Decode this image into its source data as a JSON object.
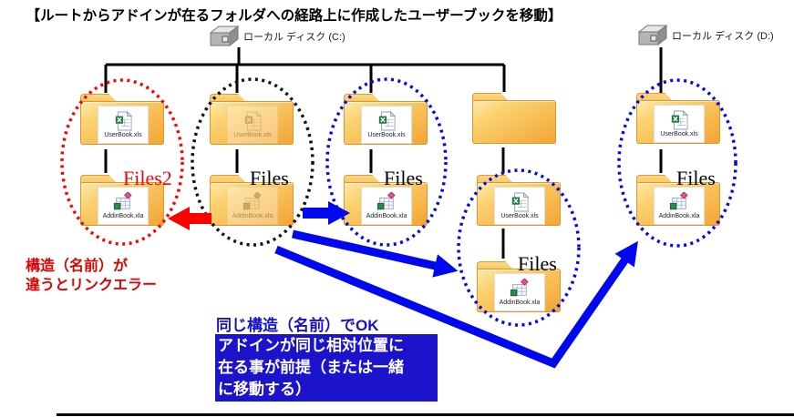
{
  "title": "【ルートからアドインが在るフォルダへの経路上に作成したユーザーブックを移動】",
  "drives": [
    {
      "label": "ローカル ディスク (C:)"
    },
    {
      "label": "ローカル ディスク (D:)"
    }
  ],
  "groups": [
    {
      "outline": "#ff0000",
      "label": "Files2",
      "top_file": "UserBook.xls",
      "bottom_file": "AddinBook.xla",
      "faded": false
    },
    {
      "outline": "#111111",
      "label": "Files",
      "top_file": "UserBook.xls",
      "bottom_file": "AddinBook.xla",
      "faded": true
    },
    {
      "outline": "#0008f0",
      "label": "Files",
      "top_file": "UserBook.xls",
      "bottom_file": "AddinBook.xla",
      "faded": false
    },
    {
      "outline": "#0008f0",
      "label": "Files",
      "top_file": "UserBook.xls",
      "bottom_file": "AddinBook.xla",
      "faded": false
    },
    {
      "outline": "#0008f0",
      "label": "Files",
      "top_file": "UserBook.xls",
      "bottom_file": "AddinBook.xla",
      "faded": false
    }
  ],
  "annotations": {
    "error_note": "構造（名前）が\n違うとリンクエラー",
    "ok_note": "同じ構造（名前）でOK",
    "premise_note": "アドインが同じ相対位置に\n在る事が前提（または一緒\nに移動する）"
  },
  "colors": {
    "arrow_red": "#ff0000",
    "arrow_blue": "#0008f0",
    "tree_line": "#000000",
    "folder": "#f5ad3c",
    "premise_bg": "#1c13cd",
    "files2_label": "#ff0000"
  }
}
